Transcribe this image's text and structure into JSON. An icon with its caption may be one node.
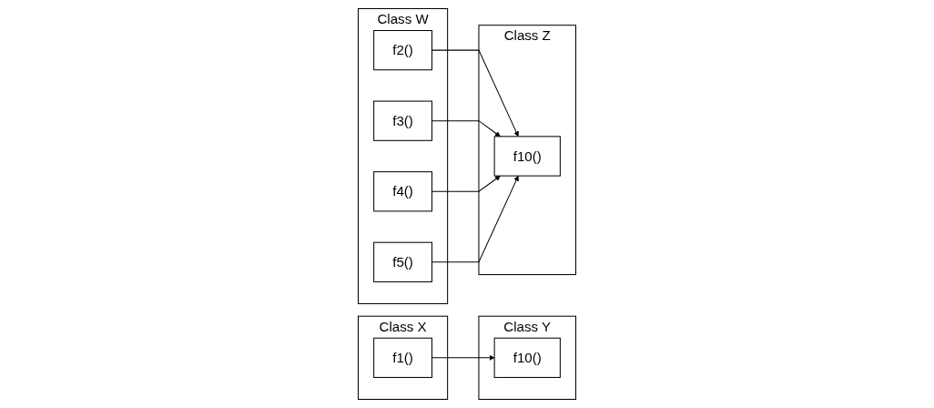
{
  "diagram": {
    "nodes": [
      {
        "text": [
          "Class X"
        ]
      },
      {
        "text": [
          "f1()"
        ],
        "in": 0
      },
      {
        "text": [
          "Class Y"
        ]
      },
      {
        "text": [
          "f10()"
        ],
        "in": 2
      },
      {
        "text": [
          "Class W"
        ]
      },
      {
        "text": [
          "f2()"
        ],
        "in": 4
      },
      {
        "text": [
          "f3()"
        ],
        "in": 4
      },
      {
        "text": [
          "f4()"
        ],
        "in": 4
      },
      {
        "text": [
          "f5()"
        ],
        "in": 4
      },
      {
        "text": [
          "Class Z"
        ]
      },
      {
        "text": [
          "f10()"
        ],
        "in": 9
      }
    ],
    "edges": [
      {
        "from": 1,
        "to": 3,
        "arrow": "to"
      },
      {
        "from": 5,
        "to": 10,
        "arrow": "to"
      },
      {
        "from": 6,
        "to": 10,
        "arrow": "to"
      },
      {
        "from": 7,
        "to": 10,
        "arrow": "to"
      },
      {
        "from": 8,
        "to": 10,
        "arrow": "to"
      }
    ]
  }
}
